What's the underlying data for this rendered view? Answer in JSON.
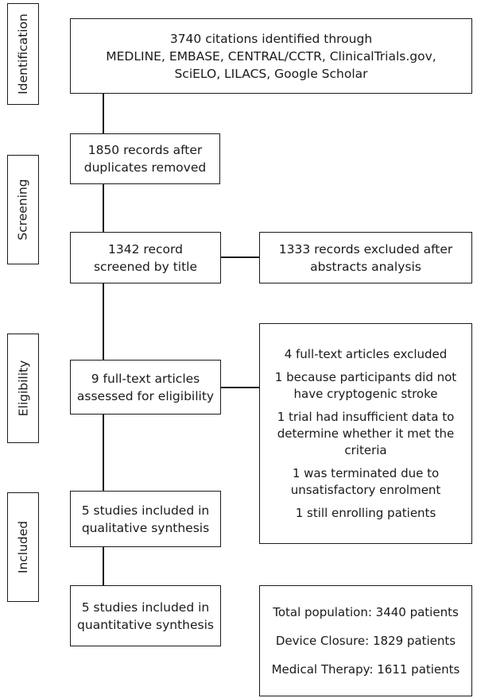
{
  "stages": {
    "identification": "Identification",
    "screening": "Screening",
    "eligibility": "Eligibility",
    "included": "Included"
  },
  "boxes": {
    "identified": {
      "lines": [
        "3740 citations identified through",
        "MEDLINE, EMBASE, CENTRAL/CCTR, ClinicalTrials.gov,",
        "SciELO, LILACS, Google Scholar"
      ]
    },
    "deduplicated": {
      "lines": [
        "1850 records after",
        "duplicates removed"
      ]
    },
    "screened": {
      "lines": [
        "1342 record",
        "screened by title"
      ]
    },
    "excluded_abstracts": {
      "lines": [
        "1333 records excluded after",
        "abstracts analysis"
      ]
    },
    "fulltext_assessed": {
      "lines": [
        "9 full-text articles",
        "assessed for eligibility"
      ]
    },
    "fulltext_excluded": {
      "heading": "4 full-text articles excluded",
      "reasons": [
        [
          "1 because participants did not",
          "have cryptogenic stroke"
        ],
        [
          "1 trial had insufficient data to",
          "determine whether it met the",
          "criteria"
        ],
        [
          "1 was terminated due to",
          "unsatisfactory enrolment"
        ],
        [
          "1 still enrolling patients"
        ]
      ]
    },
    "qualitative": {
      "lines": [
        "5 studies included in",
        "qualitative synthesis"
      ]
    },
    "quantitative": {
      "lines": [
        "5 studies included in",
        "quantitative synthesis"
      ]
    },
    "population": {
      "lines": [
        "Total population: 3440 patients",
        "Device Closure: 1829 patients",
        "Medical Therapy: 1611 patients"
      ]
    }
  }
}
